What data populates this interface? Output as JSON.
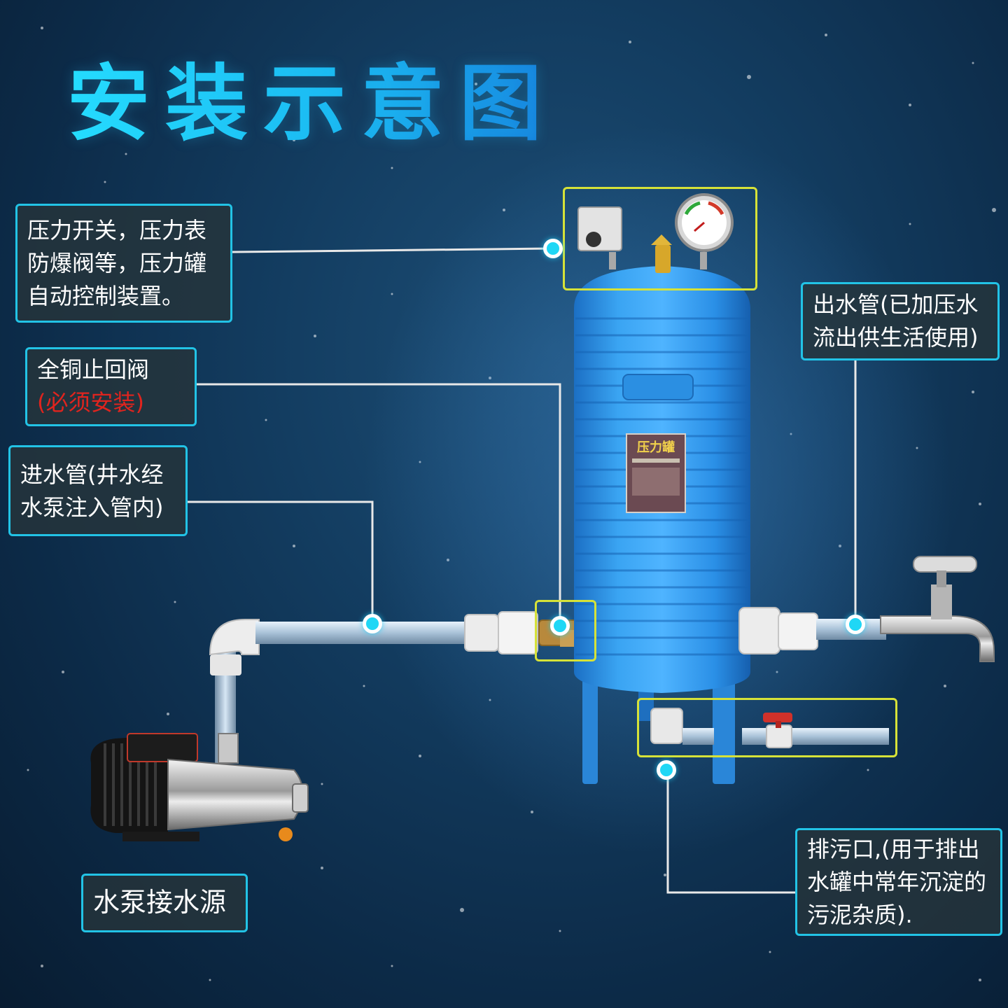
{
  "title": "安装示意图",
  "callouts": {
    "controls": {
      "lines": [
        "压力开关，压力表",
        "防爆阀等，压力罐",
        "自动控制装置。"
      ]
    },
    "check_valve": {
      "line1": "全铜止回阀",
      "line2_red": "(必须安装)"
    },
    "inlet": {
      "lines": [
        "进水管(井水经",
        "水泵注入管内)"
      ]
    },
    "pump": {
      "label": "水泵接水源"
    },
    "outlet": {
      "lines": [
        "出水管(已加压水",
        "流出供生活使用)"
      ]
    },
    "drain": {
      "lines": [
        "排污口,(用于排出",
        "水罐中常年沉淀的",
        "污泥杂质)."
      ]
    }
  },
  "tank_label": "压力罐",
  "colors": {
    "accent_cyan": "#22c3e6",
    "highlight_yellow": "#d6e238",
    "tank_blue": "#2a8fe6",
    "warning_red": "#e0241e"
  }
}
